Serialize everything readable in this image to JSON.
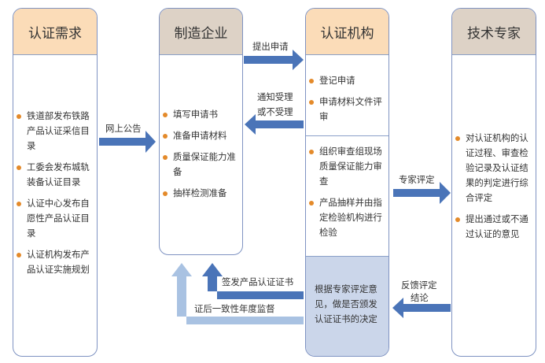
{
  "columns": {
    "demand": {
      "title": "认证需求",
      "items": [
        [
          "铁道部发布铁路",
          "产品认证采信目",
          "录"
        ],
        [
          "工委会发布城轨",
          "装备认证目录"
        ],
        [
          "认证中心发布自",
          "愿性产品认证目",
          "录"
        ],
        [
          "认证机构发布产",
          "品认证实施规划"
        ]
      ]
    },
    "enterprise": {
      "title": "制造企业",
      "items": [
        [
          "填写申请书"
        ],
        [
          "准备申请材料"
        ],
        [
          "质量保证能力准",
          "备"
        ],
        [
          "抽样检测准备"
        ]
      ]
    },
    "agency": {
      "title": "认证机构",
      "section1": [
        [
          "登记申请"
        ],
        [
          "申请材料文件评",
          "审"
        ]
      ],
      "section2": [
        [
          "组织审查组现场",
          "质量保证能力审",
          "查"
        ],
        [
          "产品抽样并由指",
          "定检验机构进行",
          "检验"
        ]
      ],
      "decision": [
        "根据专家评定意",
        "见，做是否颁发",
        "认证证书的决定"
      ]
    },
    "experts": {
      "title": "技术专家",
      "items": [
        [
          "对认证机构的认",
          "证过程、审查检",
          "验记录及认证结",
          "果的判定进行综",
          "合评定"
        ],
        [
          "提出通过或不通",
          "过认证的意见"
        ]
      ]
    }
  },
  "arrows": {
    "announce": "网上公告",
    "submit": "提出申请",
    "notify": [
      "通知受理",
      "或不受理"
    ],
    "expert_review": "专家评定",
    "feedback": [
      "反馈评定",
      "结论"
    ],
    "issue_cert": "签发产品认证证书",
    "supervision": "证后一致性年度监督"
  },
  "colors": {
    "header_orange": "#fbdcb8",
    "header_gray": "#ddd2c6",
    "arrow_blue": "#4a74b8",
    "arrow_light": "#a9c2e2",
    "bullet": "#e48a2a",
    "decision_fill": "#cbd6ea"
  }
}
